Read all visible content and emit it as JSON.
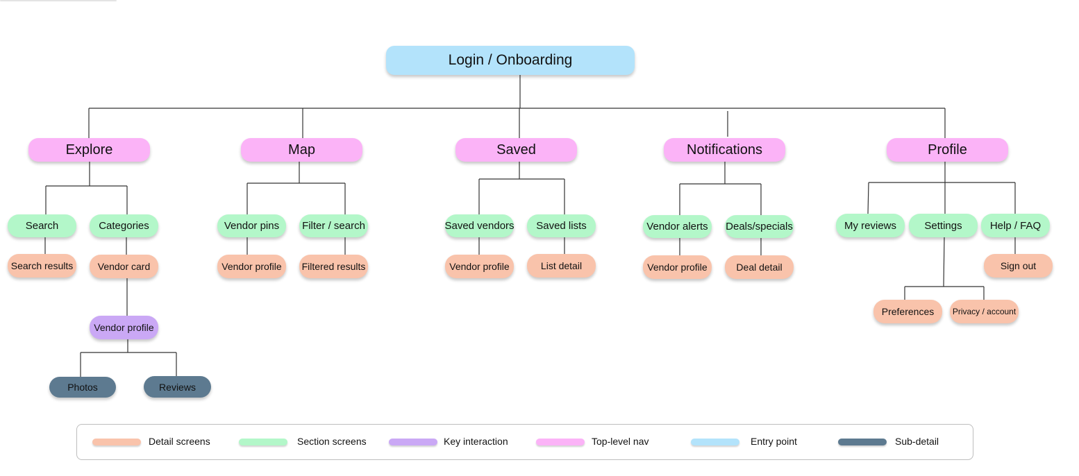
{
  "entry": {
    "label": "Login / Onboarding"
  },
  "nav": {
    "explore": "Explore",
    "map": "Map",
    "saved": "Saved",
    "notifications": "Notifications",
    "profile": "Profile"
  },
  "explore": {
    "search": "Search",
    "search_results": "Search results",
    "categories": "Categories",
    "vendor_card": "Vendor card",
    "vendor_profile": "Vendor profile",
    "photos": "Photos",
    "reviews": "Reviews"
  },
  "map": {
    "vendor_pins": "Vendor pins",
    "vendor_profile": "Vendor profile",
    "filter_search": "Filter / search",
    "filtered_results": "Filtered results"
  },
  "saved": {
    "saved_vendors": "Saved vendors",
    "vendor_profile": "Vendor profile",
    "saved_lists": "Saved lists",
    "list_detail": "List detail"
  },
  "notifications": {
    "vendor_alerts": "Vendor alerts",
    "vendor_profile": "Vendor profile",
    "deals_specials": "Deals/specials",
    "deal_detail": "Deal detail"
  },
  "profile": {
    "my_reviews": "My reviews",
    "settings": "Settings",
    "help_faq": "Help / FAQ",
    "sign_out": "Sign out",
    "preferences": "Preferences",
    "privacy_account": "Privacy / account"
  },
  "legend": [
    {
      "label": "Detail screens",
      "color": "#f9c3ab"
    },
    {
      "label": "Section screens",
      "color": "#b3f7c9"
    },
    {
      "label": "Key interaction",
      "color": "#caa8f5"
    },
    {
      "label": "Top-level nav",
      "color": "#fbb3f7"
    },
    {
      "label": "Entry point",
      "color": "#b3e3fb"
    },
    {
      "label": "Sub-detail",
      "color": "#5d7a90"
    }
  ]
}
